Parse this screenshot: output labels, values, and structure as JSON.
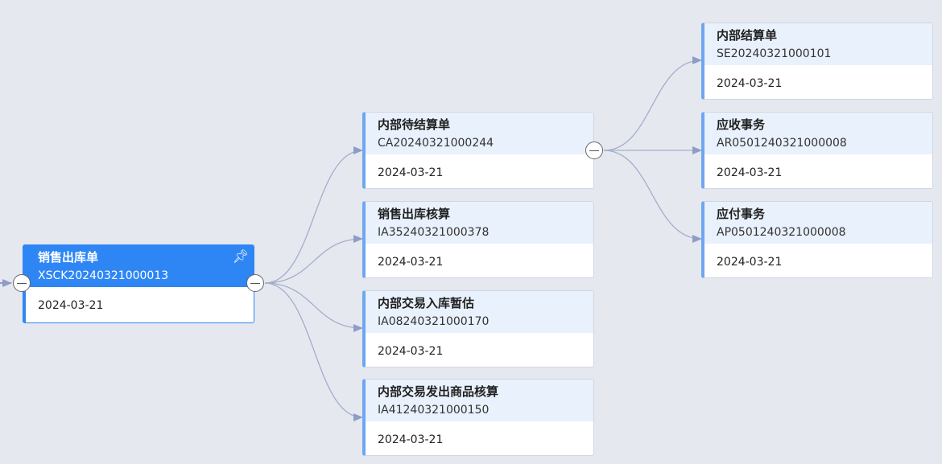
{
  "root": {
    "title": "销售出库单",
    "code": "XSCK20240321000013",
    "date": "2024-03-21",
    "icon": "pin-icon"
  },
  "level1": [
    {
      "title": "内部待结算单",
      "code": "CA20240321000244",
      "date": "2024-03-21"
    },
    {
      "title": "销售出库核算",
      "code": "IA35240321000378",
      "date": "2024-03-21"
    },
    {
      "title": "内部交易入库暂估",
      "code": "IA08240321000170",
      "date": "2024-03-21"
    },
    {
      "title": "内部交易发出商品核算",
      "code": "IA41240321000150",
      "date": "2024-03-21"
    }
  ],
  "level2": [
    {
      "title": "内部结算单",
      "code": "SE20240321000101",
      "date": "2024-03-21"
    },
    {
      "title": "应收事务",
      "code": "AR0501240321000008",
      "date": "2024-03-21"
    },
    {
      "title": "应付事务",
      "code": "AP0501240321000008",
      "date": "2024-03-21"
    }
  ],
  "colors": {
    "accent": "#2e86f5",
    "edge": "#a3aecb"
  }
}
